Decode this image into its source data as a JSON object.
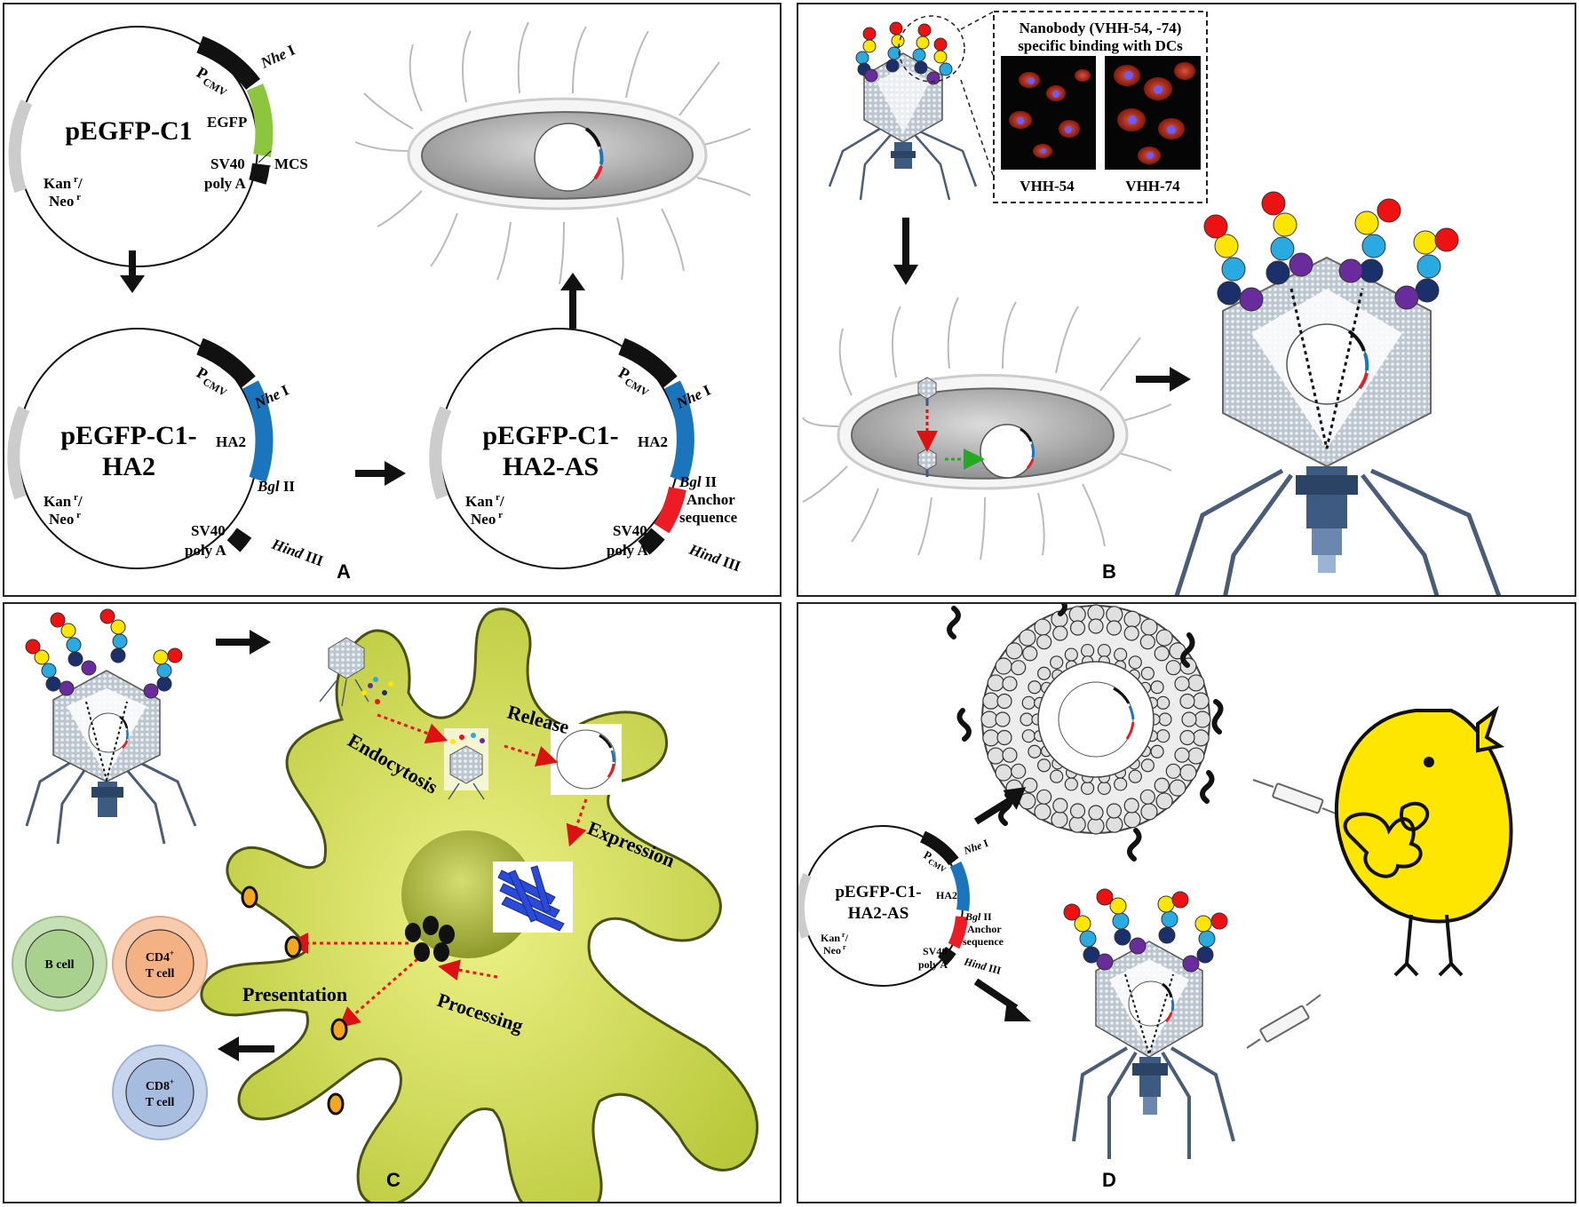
{
  "panel_a": {
    "letter": "A",
    "plasmid1": {
      "name": "pEGFP-C1",
      "pcmv": "P",
      "pcmv_sub": "CMV",
      "nhe": "Nhe",
      "nhe_num": " I",
      "egfp": "EGFP",
      "mcs": "MCS",
      "sv40": "SV40",
      "polya": "poly A",
      "kan": "Kan",
      "kan_sup": "r",
      "kan_tail": "/",
      "neo": "Neo",
      "neo_sup": "r"
    },
    "plasmid2": {
      "name1": "pEGFP-C1-",
      "name2": "HA2",
      "pcmv": "P",
      "pcmv_sub": "CMV",
      "nhe": "Nhe",
      "nhe_num": " I",
      "ha2": "HA2",
      "bgl": "Bgl",
      "bgl_num": " II",
      "sv40": "SV40",
      "polya": "poly A",
      "hind": "Hind",
      "hind_num": " III",
      "kan": "Kan",
      "kan_sup": "r",
      "kan_tail": "/",
      "neo": "Neo",
      "neo_sup": "r"
    },
    "plasmid3": {
      "name1": "pEGFP-C1-",
      "name2": "HA2-AS",
      "pcmv": "P",
      "pcmv_sub": "CMV",
      "nhe": "Nhe",
      "nhe_num": " I",
      "ha2": "HA2",
      "bgl": "Bgl",
      "bgl_num": " II",
      "anchor1": "Anchor",
      "anchor2": "sequence",
      "sv40": "SV40",
      "polya": "poly A",
      "hind": "Hind",
      "hind_num": " III",
      "kan": "Kan",
      "kan_sup": "r",
      "kan_tail": "/",
      "neo": "Neo",
      "neo_sup": "r"
    }
  },
  "panel_b": {
    "letter": "B",
    "title1": "Nanobody (VHH-54, -74)",
    "title2": "specific binding with DCs",
    "img1_label": "VHH-54",
    "img2_label": "VHH-74"
  },
  "panel_c": {
    "letter": "C",
    "endocytosis": "Endocytosis",
    "release": "Release",
    "expression": "Expression",
    "processing": "Processing",
    "presentation": "Presentation",
    "b_cell": "B cell",
    "cd4": "CD4",
    "cd4_sup": "+",
    "cd4_tail": "T cell",
    "cd8": "CD8",
    "cd8_sup": "+",
    "cd8_tail": "T cell"
  },
  "panel_d": {
    "letter": "D",
    "name1": "pEGFP-C1-",
    "name2": "HA2-AS",
    "pcmv": "P",
    "pcmv_sub": "CMV",
    "nhe": "Nhe",
    "nhe_num": " I",
    "ha2": "HA2",
    "bgl": "Bgl",
    "bgl_num": " II",
    "anchor1": "Anchor",
    "anchor2": "sequence",
    "sv40": "SV40",
    "polya": "poly A",
    "hind": "Hind",
    "hind_num": " III",
    "kan": "Kan",
    "kan_sup": "r",
    "kan_tail": "/",
    "neo": "Neo",
    "neo_sup": "r"
  },
  "colors": {
    "egfp": "#8cc63f",
    "ha2": "#1b75bc",
    "anchor": "#ed1c24",
    "dc_cell": "#c8d64a",
    "b_cell": "#a9d18e",
    "cd4": "#f4b183",
    "cd8": "#a6bde0",
    "chick": "#ffe600"
  }
}
